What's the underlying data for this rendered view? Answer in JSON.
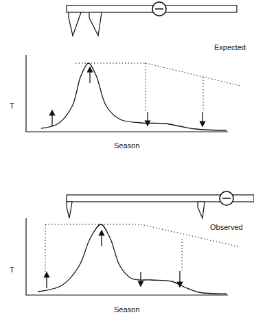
{
  "diagram": {
    "labels": [
      "Expected",
      "T",
      "Season",
      "Observed",
      "T",
      "Season"
    ]
  }
}
